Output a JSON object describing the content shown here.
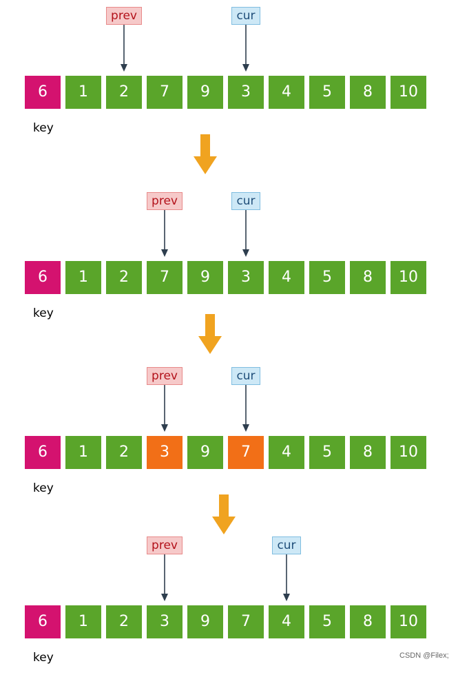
{
  "colors": {
    "key": "#d4126f",
    "normal": "#5aa52a",
    "swapped": "#f26f17",
    "arrow": "#2e3e4e",
    "flow_arrow": "#f0a320"
  },
  "key_label": "key",
  "stages": [
    {
      "prev_label": "prev",
      "cur_label": "cur",
      "prev_index": 2,
      "cur_index": 5,
      "cells": [
        {
          "value": "6",
          "state": "key"
        },
        {
          "value": "1",
          "state": "normal"
        },
        {
          "value": "2",
          "state": "normal"
        },
        {
          "value": "7",
          "state": "normal"
        },
        {
          "value": "9",
          "state": "normal"
        },
        {
          "value": "3",
          "state": "normal"
        },
        {
          "value": "4",
          "state": "normal"
        },
        {
          "value": "5",
          "state": "normal"
        },
        {
          "value": "8",
          "state": "normal"
        },
        {
          "value": "10",
          "state": "normal"
        }
      ]
    },
    {
      "prev_label": "prev",
      "cur_label": "cur",
      "prev_index": 3,
      "cur_index": 5,
      "cells": [
        {
          "value": "6",
          "state": "key"
        },
        {
          "value": "1",
          "state": "normal"
        },
        {
          "value": "2",
          "state": "normal"
        },
        {
          "value": "7",
          "state": "normal"
        },
        {
          "value": "9",
          "state": "normal"
        },
        {
          "value": "3",
          "state": "normal"
        },
        {
          "value": "4",
          "state": "normal"
        },
        {
          "value": "5",
          "state": "normal"
        },
        {
          "value": "8",
          "state": "normal"
        },
        {
          "value": "10",
          "state": "normal"
        }
      ]
    },
    {
      "prev_label": "prev",
      "cur_label": "cur",
      "prev_index": 3,
      "cur_index": 5,
      "cells": [
        {
          "value": "6",
          "state": "key"
        },
        {
          "value": "1",
          "state": "normal"
        },
        {
          "value": "2",
          "state": "normal"
        },
        {
          "value": "3",
          "state": "swapped"
        },
        {
          "value": "9",
          "state": "normal"
        },
        {
          "value": "7",
          "state": "swapped"
        },
        {
          "value": "4",
          "state": "normal"
        },
        {
          "value": "5",
          "state": "normal"
        },
        {
          "value": "8",
          "state": "normal"
        },
        {
          "value": "10",
          "state": "normal"
        }
      ]
    },
    {
      "prev_label": "prev",
      "cur_label": "cur",
      "prev_index": 3,
      "cur_index": 6,
      "cells": [
        {
          "value": "6",
          "state": "key"
        },
        {
          "value": "1",
          "state": "normal"
        },
        {
          "value": "2",
          "state": "normal"
        },
        {
          "value": "3",
          "state": "normal"
        },
        {
          "value": "9",
          "state": "normal"
        },
        {
          "value": "7",
          "state": "normal"
        },
        {
          "value": "4",
          "state": "normal"
        },
        {
          "value": "5",
          "state": "normal"
        },
        {
          "value": "8",
          "state": "normal"
        },
        {
          "value": "10",
          "state": "normal"
        }
      ]
    }
  ],
  "watermark": "CSDN @Filex;"
}
